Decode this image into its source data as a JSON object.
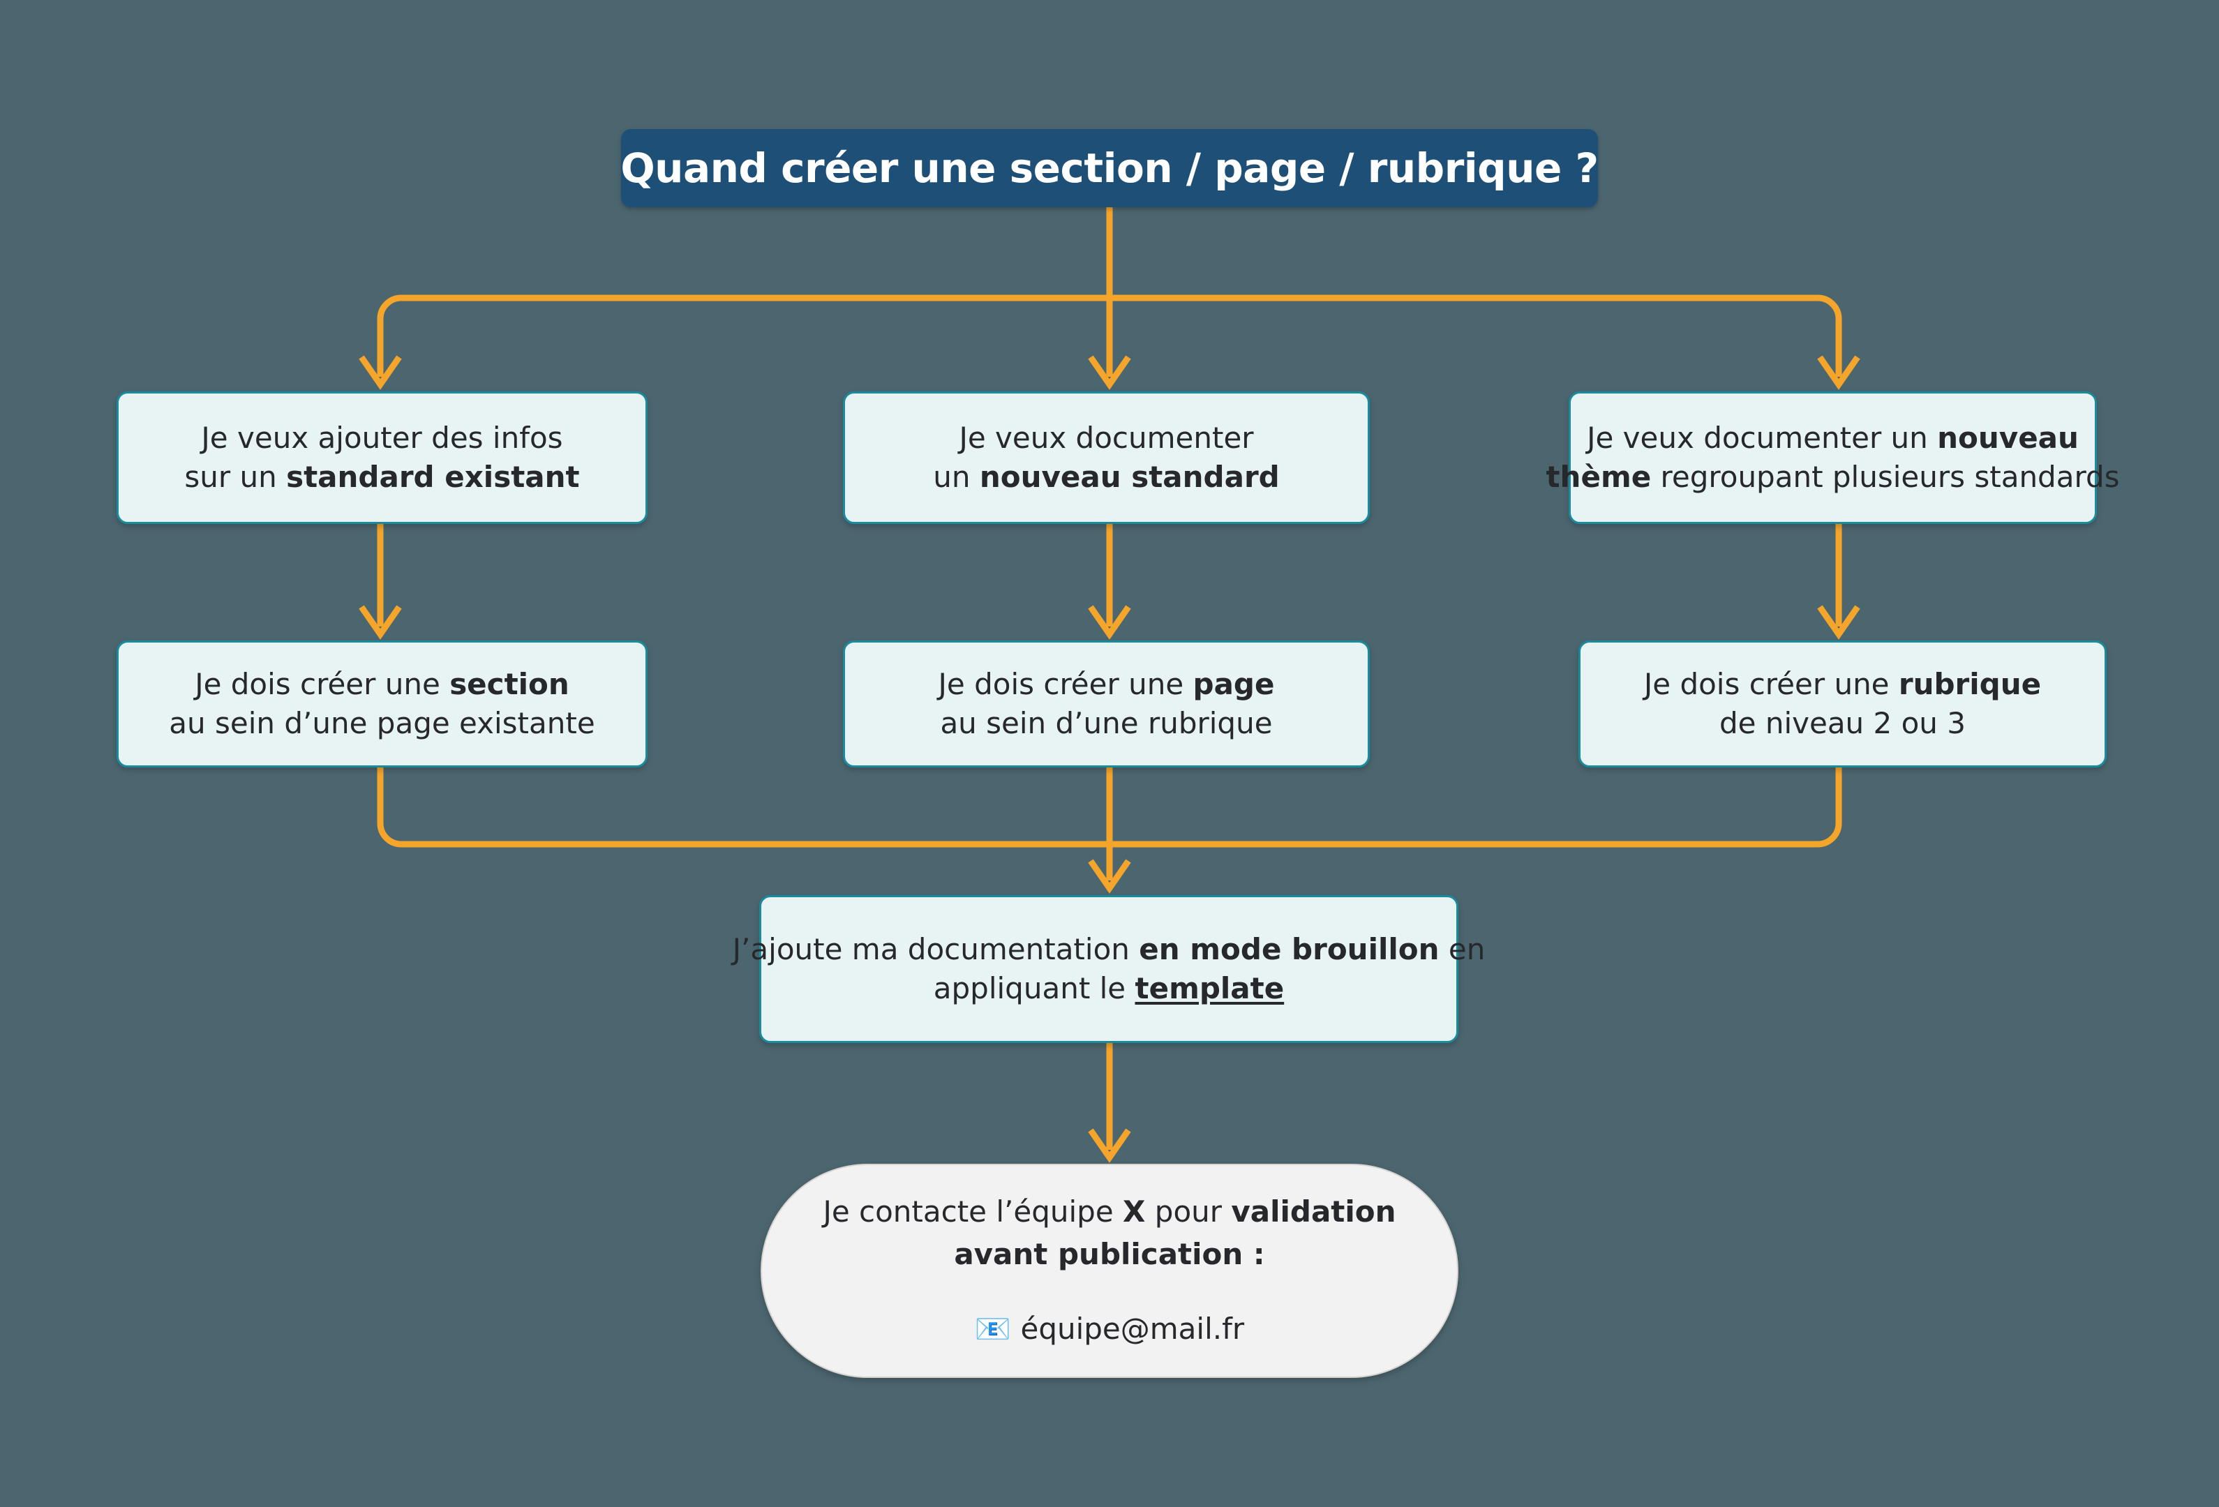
{
  "diagram": {
    "title": "Quand créer une section / page / rubrique ?",
    "background_color": "#4c6670",
    "title_color": "#1d4f77",
    "box_fill": "#e8f3f3",
    "box_border": "#1a8b9d",
    "connector_color": "#f5a52a",
    "final_fill": "#f2f2f2"
  },
  "row1": {
    "c1": {
      "l1": "Je veux ajouter des infos",
      "l2a": "sur un ",
      "l2b": "standard existant"
    },
    "c2": {
      "l1": "Je veux documenter",
      "l2a": "un ",
      "l2b": "nouveau standard"
    },
    "c3": {
      "l1a": "Je veux documenter un ",
      "l1b": "nouveau",
      "l2a": "thème",
      "l2b": " regroupant plusieurs standards"
    }
  },
  "row2": {
    "c1": {
      "l1a": "Je dois créer une ",
      "l1b": "section",
      "l2": "au sein d’une page existante"
    },
    "c2": {
      "l1a": "Je dois créer une ",
      "l1b": "page",
      "l2": "au sein d’une rubrique"
    },
    "c3": {
      "l1a": "Je dois créer une ",
      "l1b": "rubrique",
      "l2": "de niveau 2 ou 3"
    }
  },
  "draft": {
    "l1a": "J’ajoute ma documentation ",
    "l1b": "en mode brouillon",
    "l1c": " en",
    "l2a": "appliquant le ",
    "l2_link": "template"
  },
  "final": {
    "l1a": "Je contacte l’équipe ",
    "l1b": "X",
    "l1c": " pour ",
    "l1d": "validation",
    "l2": "avant publication :",
    "mail_icon": "📧",
    "email": "équipe@mail.fr"
  }
}
